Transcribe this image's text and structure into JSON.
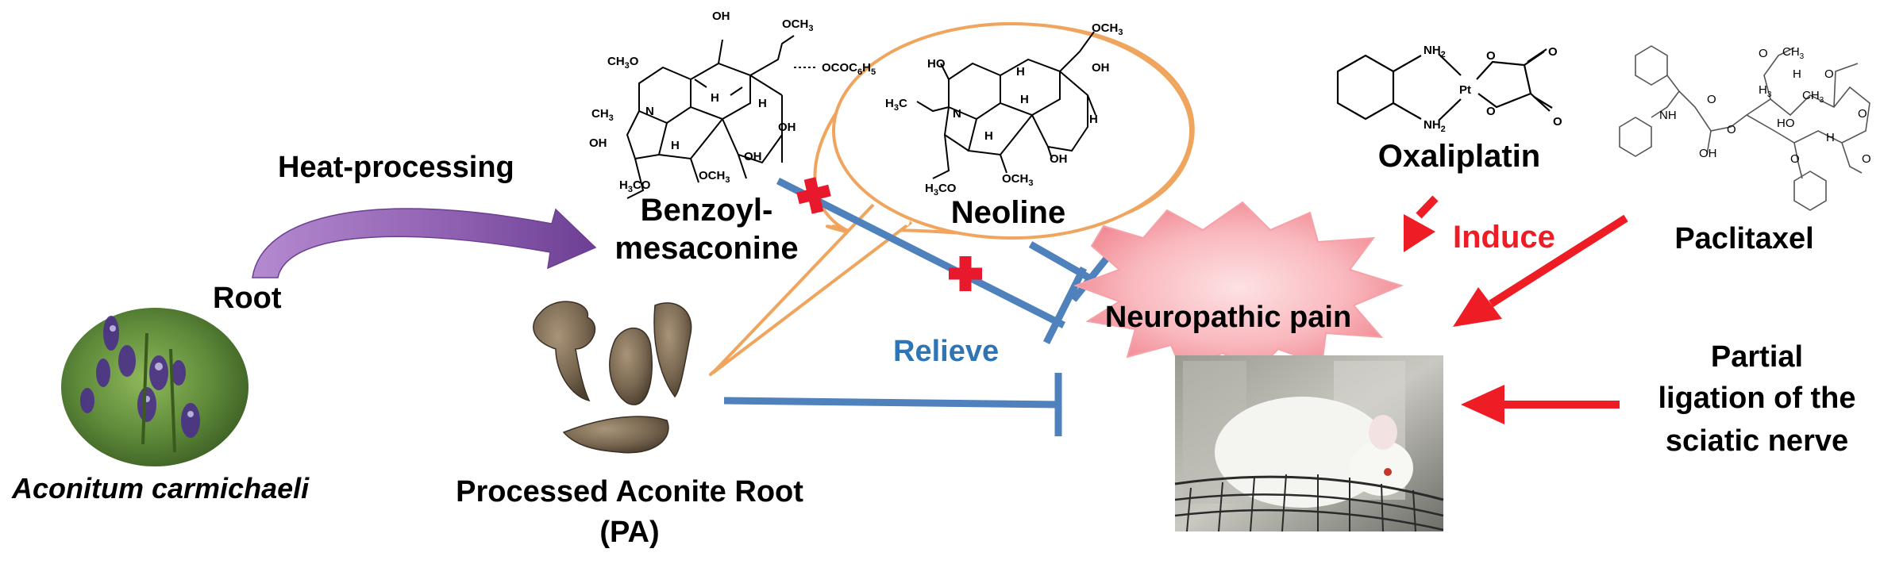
{
  "labels": {
    "heat_processing": "Heat-processing",
    "root": "Root",
    "species": "Aconitum carmichaeli",
    "pa_line1": "Processed Aconite Root",
    "pa_line2": "(PA)",
    "benzoyl_line1": "Benzoyl-",
    "benzoyl_line2": "mesaconine",
    "neoline": "Neoline",
    "relieve": "Relieve",
    "neuropathic_pain": "Neuropathic pain",
    "induce": "Induce",
    "oxaliplatin": "Oxaliplatin",
    "paclitaxel": "Paclitaxel",
    "ligation_line1": "Partial",
    "ligation_line2": "ligation of the",
    "ligation_line3": "sciatic nerve"
  },
  "benzoyl_structure": {
    "oh_top": "OH",
    "och3_top": "OCH",
    "sub3": "3",
    "ococ": "OCOC",
    "sub6": "6",
    "h5": "H",
    "sub5": "5",
    "ch3o": "CH",
    "o": "O",
    "ch3": "CH",
    "n": "N",
    "h": "H",
    "oh": "OH",
    "och3_bottom": "OCH",
    "h3co": "H",
    "co": "CO"
  },
  "neoline_structure": {
    "oh": "HO",
    "och3": "OCH",
    "sub3": "3",
    "h3c": "H",
    "c": "C",
    "n": "N",
    "h": "H",
    "oh_right": "OH",
    "och3_bottom": "OCH",
    "h3co": "H",
    "co": "CO"
  },
  "oxaliplatin_structure": {
    "nh2": "NH",
    "sub2": "2",
    "pt": "Pt",
    "o": "O"
  },
  "paclitaxel_structure": {
    "nh": "NH",
    "o": "O",
    "oh": "OH",
    "h3c": "H",
    "ch3": "CH",
    "sub3": "3",
    "h": "H",
    "ho": "HO"
  },
  "colors": {
    "inhibit_blue": "#4f81bd",
    "relieve_text": "#2e75b6",
    "induce_red": "#ee1c25",
    "cross_red": "#e8192c",
    "bubble_orange": "#f0a55e",
    "burst_fill": "#f7a0a8",
    "arrow_purple": "#8e5fb0"
  }
}
